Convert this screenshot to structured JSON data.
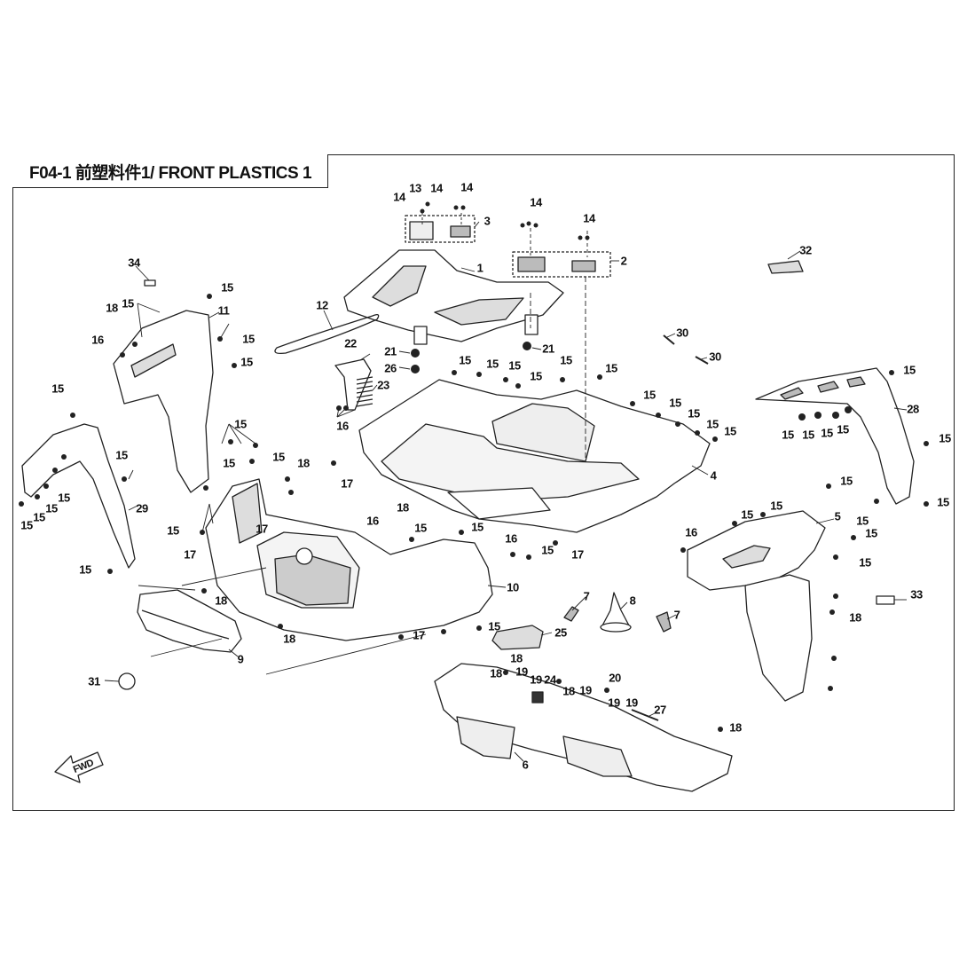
{
  "title": "F04-1 前塑料件1/ FRONT PLASTICS 1",
  "direction_arrow_label": "FWD",
  "callouts": [
    {
      "id": "c1",
      "text": "1"
    },
    {
      "id": "c2",
      "text": "2"
    },
    {
      "id": "c3",
      "text": "3"
    },
    {
      "id": "c4",
      "text": "4"
    },
    {
      "id": "c5",
      "text": "5"
    },
    {
      "id": "c6",
      "text": "6"
    },
    {
      "id": "c7a",
      "text": "7"
    },
    {
      "id": "c7b",
      "text": "7"
    },
    {
      "id": "c8",
      "text": "8"
    },
    {
      "id": "c9",
      "text": "9"
    },
    {
      "id": "c10",
      "text": "10"
    },
    {
      "id": "c11",
      "text": "11"
    },
    {
      "id": "c12",
      "text": "12"
    },
    {
      "id": "c13",
      "text": "13"
    },
    {
      "id": "c14a",
      "text": "14"
    },
    {
      "id": "c14b",
      "text": "14"
    },
    {
      "id": "c14c",
      "text": "14"
    },
    {
      "id": "c14d",
      "text": "14"
    },
    {
      "id": "c14e",
      "text": "14"
    },
    {
      "id": "c15a",
      "text": "15"
    },
    {
      "id": "c15b",
      "text": "15"
    },
    {
      "id": "c15c",
      "text": "15"
    },
    {
      "id": "c15d",
      "text": "15"
    },
    {
      "id": "c15e",
      "text": "15"
    },
    {
      "id": "c15f",
      "text": "15"
    },
    {
      "id": "c15g",
      "text": "15"
    },
    {
      "id": "c15h",
      "text": "15"
    },
    {
      "id": "c15i",
      "text": "15"
    },
    {
      "id": "c15j",
      "text": "15"
    },
    {
      "id": "c15k",
      "text": "15"
    },
    {
      "id": "c15l",
      "text": "15"
    },
    {
      "id": "c15m",
      "text": "15"
    },
    {
      "id": "c15n",
      "text": "15"
    },
    {
      "id": "c15o",
      "text": "15"
    },
    {
      "id": "c15p",
      "text": "15"
    },
    {
      "id": "c15q",
      "text": "15"
    },
    {
      "id": "c15r",
      "text": "15"
    },
    {
      "id": "c15s",
      "text": "15"
    },
    {
      "id": "c15t",
      "text": "15"
    },
    {
      "id": "c15u",
      "text": "15"
    },
    {
      "id": "c15v",
      "text": "15"
    },
    {
      "id": "c15w",
      "text": "15"
    },
    {
      "id": "c15x",
      "text": "15"
    },
    {
      "id": "c15y",
      "text": "15"
    },
    {
      "id": "c15z",
      "text": "15"
    },
    {
      "id": "c15aa",
      "text": "15"
    },
    {
      "id": "c15ab",
      "text": "15"
    },
    {
      "id": "c15ac",
      "text": "15"
    },
    {
      "id": "c15ad",
      "text": "15"
    },
    {
      "id": "c15ae",
      "text": "15"
    },
    {
      "id": "c15af",
      "text": "15"
    },
    {
      "id": "c15ag",
      "text": "15"
    },
    {
      "id": "c15ah",
      "text": "15"
    },
    {
      "id": "c15ai",
      "text": "15"
    },
    {
      "id": "c15aj",
      "text": "15"
    },
    {
      "id": "c15ak",
      "text": "15"
    },
    {
      "id": "c15al",
      "text": "15"
    },
    {
      "id": "c15am",
      "text": "15"
    },
    {
      "id": "c15an",
      "text": "15"
    },
    {
      "id": "c15ao",
      "text": "15"
    },
    {
      "id": "c15ap",
      "text": "15"
    },
    {
      "id": "c15aq",
      "text": "15"
    },
    {
      "id": "c16a",
      "text": "16"
    },
    {
      "id": "c16b",
      "text": "16"
    },
    {
      "id": "c16c",
      "text": "16"
    },
    {
      "id": "c16d",
      "text": "16"
    },
    {
      "id": "c16e",
      "text": "16"
    },
    {
      "id": "c17a",
      "text": "17"
    },
    {
      "id": "c17b",
      "text": "17"
    },
    {
      "id": "c17c",
      "text": "17"
    },
    {
      "id": "c17d",
      "text": "17"
    },
    {
      "id": "c17e",
      "text": "17"
    },
    {
      "id": "c18a",
      "text": "18"
    },
    {
      "id": "c18b",
      "text": "18"
    },
    {
      "id": "c18c",
      "text": "18"
    },
    {
      "id": "c18d",
      "text": "18"
    },
    {
      "id": "c18e",
      "text": "18"
    },
    {
      "id": "c18f",
      "text": "18"
    },
    {
      "id": "c18g",
      "text": "18"
    },
    {
      "id": "c18h",
      "text": "18"
    },
    {
      "id": "c18i",
      "text": "18"
    },
    {
      "id": "c18j",
      "text": "18"
    },
    {
      "id": "c19a",
      "text": "19"
    },
    {
      "id": "c19b",
      "text": "19"
    },
    {
      "id": "c19c",
      "text": "19"
    },
    {
      "id": "c19d",
      "text": "19"
    },
    {
      "id": "c19e",
      "text": "19"
    },
    {
      "id": "c20",
      "text": "20"
    },
    {
      "id": "c21a",
      "text": "21"
    },
    {
      "id": "c21b",
      "text": "21"
    },
    {
      "id": "c22",
      "text": "22"
    },
    {
      "id": "c23",
      "text": "23"
    },
    {
      "id": "c24",
      "text": "24"
    },
    {
      "id": "c25",
      "text": "25"
    },
    {
      "id": "c26",
      "text": "26"
    },
    {
      "id": "c27",
      "text": "27"
    },
    {
      "id": "c28",
      "text": "28"
    },
    {
      "id": "c29",
      "text": "29"
    },
    {
      "id": "c30a",
      "text": "30"
    },
    {
      "id": "c30b",
      "text": "30"
    },
    {
      "id": "c31",
      "text": "31"
    },
    {
      "id": "c32",
      "text": "32"
    },
    {
      "id": "c33",
      "text": "33"
    },
    {
      "id": "c34",
      "text": "34"
    }
  ]
}
